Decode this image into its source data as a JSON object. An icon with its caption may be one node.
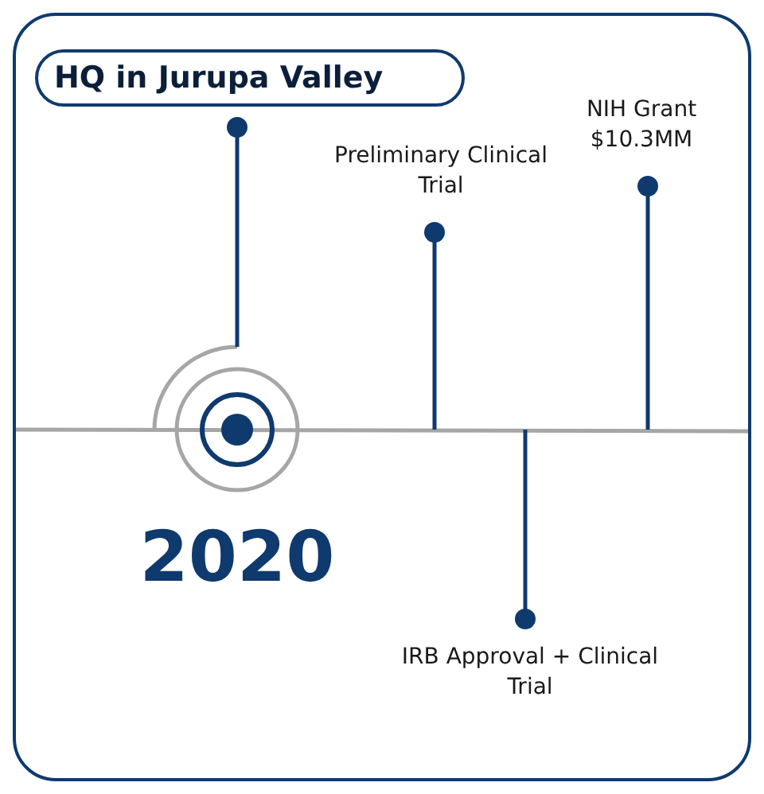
{
  "diagram": {
    "nodes": [
      {
        "text": [
          "HQ in Jurupa Valley"
        ]
      },
      {
        "text": [
          "Preliminary Clinical Trial"
        ]
      },
      {
        "text": [
          "NIH Grant $10.3MM"
        ]
      },
      {
        "text": [
          "IRB Approval + Clinical Trial"
        ]
      }
    ],
    "labels": [
      "2020"
    ]
  }
}
